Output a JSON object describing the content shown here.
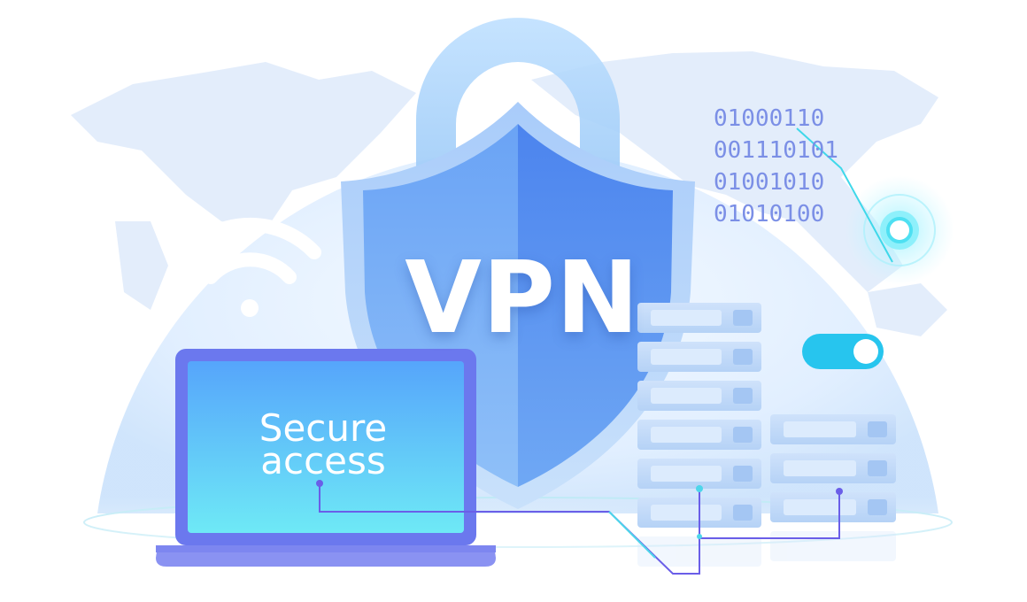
{
  "shield": {
    "label": "VPN"
  },
  "laptop": {
    "screen_lines": [
      "Secure",
      "access"
    ]
  },
  "binary_lines": [
    "01000110",
    "001110101",
    "01001010",
    "01010100"
  ],
  "icons": [
    "wifi-icon",
    "shield-icon",
    "padlock-icon",
    "laptop-icon",
    "server-icon",
    "toggle-switch-icon",
    "target-icon",
    "world-map"
  ],
  "colors": {
    "shield_left": "#5d9af3",
    "shield_right": "#4f86ee",
    "laptop_frame": "#6b78ee",
    "screen_top": "#56a5fb",
    "screen_bottom": "#6ee9f6",
    "binary_text": "#7b8fe6",
    "toggle": "#27c5ee",
    "circuit_purple": "#6a5ee8",
    "circuit_cyan": "#4ed6ea"
  }
}
